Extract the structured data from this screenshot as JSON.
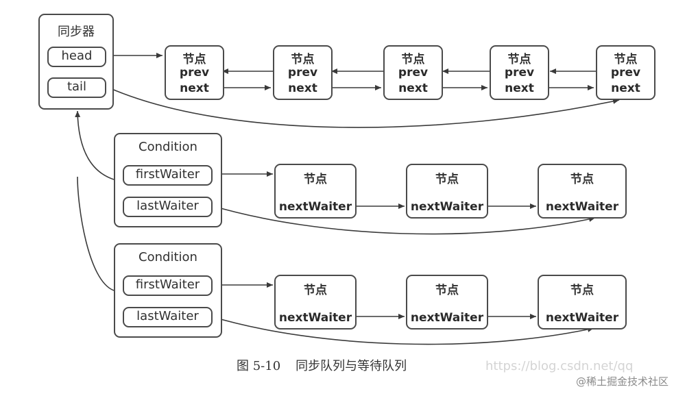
{
  "sync": {
    "title": "同步器",
    "head_label": "head",
    "tail_label": "tail"
  },
  "sync_nodes": [
    {
      "title": "节点",
      "prev": "prev",
      "next": "next"
    },
    {
      "title": "节点",
      "prev": "prev",
      "next": "next"
    },
    {
      "title": "节点",
      "prev": "prev",
      "next": "next"
    },
    {
      "title": "节点",
      "prev": "prev",
      "next": "next"
    },
    {
      "title": "节点",
      "prev": "prev",
      "next": "next"
    }
  ],
  "conditions": [
    {
      "title": "Condition",
      "first_label": "firstWaiter",
      "last_label": "lastWaiter",
      "nodes": [
        {
          "title": "节点",
          "field": "nextWaiter"
        },
        {
          "title": "节点",
          "field": "nextWaiter"
        },
        {
          "title": "节点",
          "field": "nextWaiter"
        }
      ]
    },
    {
      "title": "Condition",
      "first_label": "firstWaiter",
      "last_label": "lastWaiter",
      "nodes": [
        {
          "title": "节点",
          "field": "nextWaiter"
        },
        {
          "title": "节点",
          "field": "nextWaiter"
        },
        {
          "title": "节点",
          "field": "nextWaiter"
        }
      ]
    }
  ],
  "caption": {
    "figure_number": "图 5-10",
    "text": "同步队列与等待队列"
  },
  "watermark_url": "https://blog.csdn.net/qq",
  "watermark": "@稀土掘金技术社区"
}
